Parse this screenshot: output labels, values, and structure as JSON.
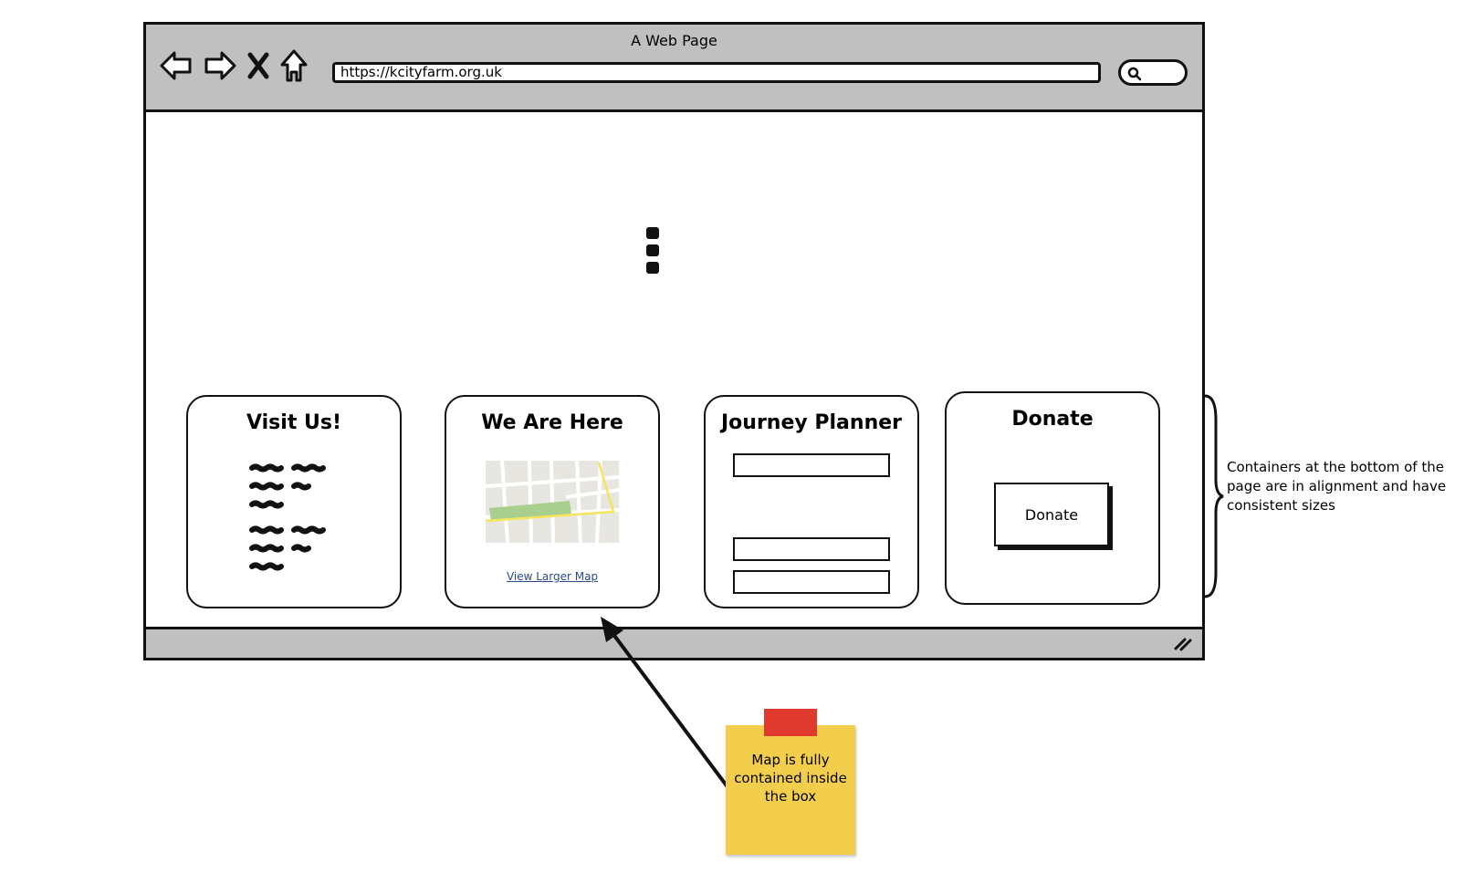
{
  "window": {
    "title": "A Web Page"
  },
  "address_bar": {
    "url": "https://kcityfarm.org.uk"
  },
  "cards": {
    "visit": {
      "title": "Visit Us!"
    },
    "map": {
      "title": "We Are Here",
      "link": "View Larger Map"
    },
    "journey": {
      "title": "Journey Planner"
    },
    "donate": {
      "title": "Donate",
      "button": "Donate"
    }
  },
  "annotations": {
    "side_note": "Containers at the bottom of the page are in alignment and have consistent sizes",
    "sticky_note": "Map is fully contained inside the box"
  },
  "icons": [
    "back-arrow-icon",
    "forward-arrow-icon",
    "close-x-icon",
    "home-icon",
    "search-icon",
    "loading-dots-icon",
    "resize-grip-icon"
  ],
  "colors": {
    "chrome": "#c0c0c0",
    "sticky": "#f3cd4c",
    "tape": "#e03a2f",
    "map_park": "#a8cf8e",
    "map_road": "#f5e55c",
    "link": "#2a4a8a"
  }
}
